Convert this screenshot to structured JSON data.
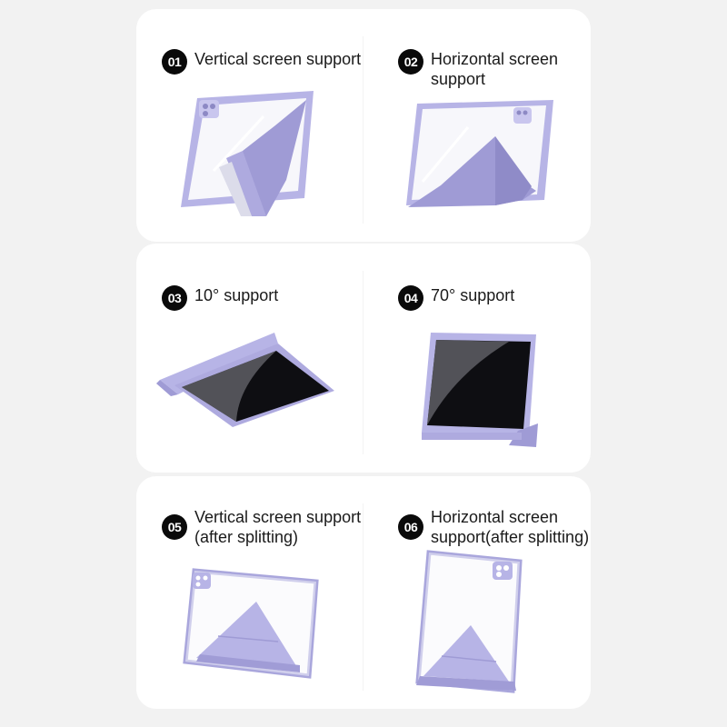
{
  "page": {
    "background": "#f2f2f2",
    "card_color": "#ffffff",
    "accent_color": "#a9a6dc",
    "badge_color": "#0a0a0a"
  },
  "panels": [
    {
      "number": "01",
      "title": "Vertical screen support",
      "image": "tablet-case-vertical-stand-icon"
    },
    {
      "number": "02",
      "title": "Horizontal screen\nsupport",
      "image": "tablet-case-horizontal-stand-icon"
    },
    {
      "number": "03",
      "title": "10° support",
      "image": "tablet-case-10-degree-icon"
    },
    {
      "number": "04",
      "title": "70° support",
      "image": "tablet-case-70-degree-icon"
    },
    {
      "number": "05",
      "title": "Vertical screen support\n(after splitting)",
      "image": "tablet-shell-vertical-split-icon"
    },
    {
      "number": "06",
      "title": "Horizontal screen\nsupport(after splitting)",
      "image": "tablet-shell-horizontal-split-icon"
    }
  ]
}
